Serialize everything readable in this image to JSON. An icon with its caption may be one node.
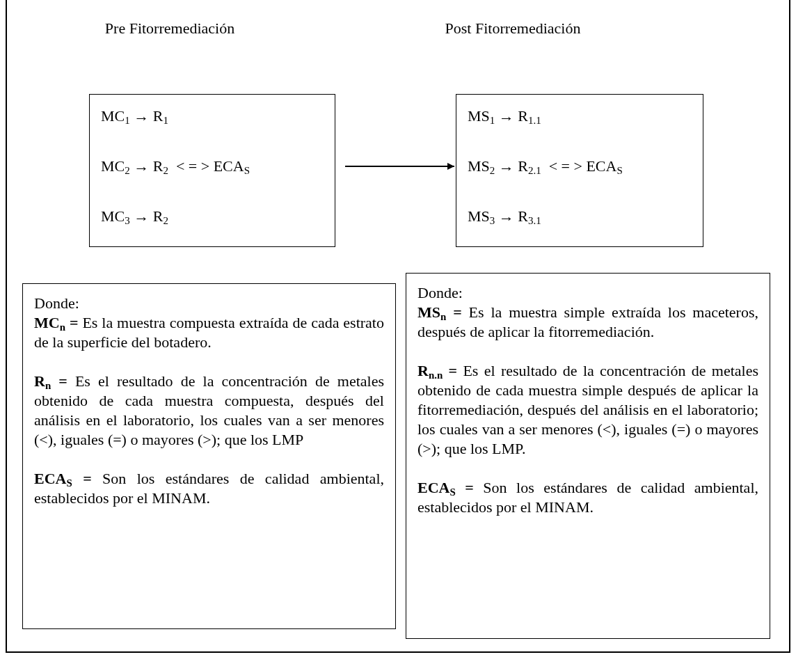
{
  "diagram": {
    "nodes": [
      {
        "text": [
          "MC$_{1}$ → R$_{1}$",
          "MC$_{2}$ → R$_{2}$  < = > ECA$_{S}$",
          "MC$_{3}$ → R$_{2}$"
        ],
        "beside": [
          "Pre Fitorremediación"
        ]
      },
      {
        "text": [
          "MS$_{1}$ → R$_{1.1}$",
          "MS$_{2}$ → R$_{2.1}$  < = > ECA$_{S}$",
          "MS$_{3}$ → R$_{3.1}$"
        ],
        "beside": [
          "Post Fitorremediación"
        ]
      },
      {
        "text": [
          "Donde:",
          "**MC$_{n}$ =** Es la muestra compuesta extraída de cada estrato de la superficie del botadero.",
          "**R$_{n}$ =** Es el resultado de la concentración de metales obtenido de cada muestra compuesta, después del análisis en el laboratorio, los cuales van a ser menores (<), iguales (=) o mayores (>); que los LMP",
          "**ECA$_{S}$ =** Son los estándares de calidad ambiental, establecidos por el MINAM."
        ]
      },
      {
        "text": [
          "Donde:",
          "**MS$_{n}$ =** Es la muestra simple extraída los maceteros, después de aplicar la fitorremediación.",
          "**R$_{n.n}$ =** Es el resultado de la concentración de metales obtenido de cada muestra simple después de aplicar la fitorremediación, después del análisis en el laboratorio; los cuales van a ser menores (<), iguales (=) o mayores (>); que los LMP.",
          "**ECA$_{S}$ =** Son los estándares de calidad ambiental, establecidos por el MINAM."
        ]
      }
    ],
    "edges": [
      {
        "from": 0,
        "to": 1,
        "arrow": "to"
      }
    ]
  }
}
